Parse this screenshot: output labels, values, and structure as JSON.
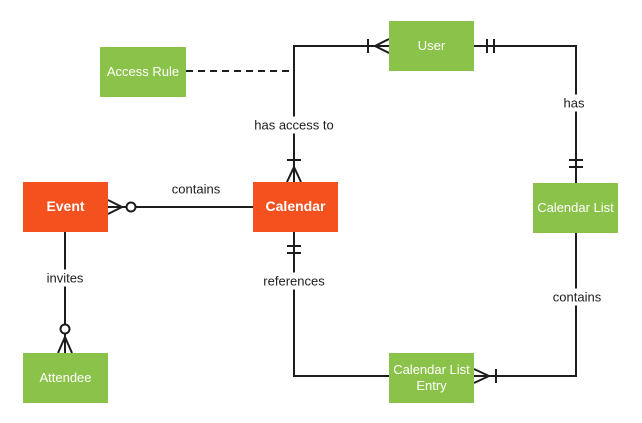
{
  "diagram": {
    "type": "entity-relationship-diagram",
    "notation": "crows-foot",
    "colors": {
      "primary_entity": "#f4511e",
      "secondary_entity": "#8bc34a",
      "entity_text": "#ffffff",
      "line": "#1d1d1d",
      "label_text": "#1d1d1d",
      "background": "#ffffff"
    },
    "entities": {
      "event": {
        "label": "Event",
        "style": "primary"
      },
      "calendar": {
        "label": "Calendar",
        "style": "primary"
      },
      "access_rule": {
        "label": "Access Rule",
        "style": "secondary"
      },
      "user": {
        "label": "User",
        "style": "secondary"
      },
      "calendar_list": {
        "label": "Calendar List",
        "style": "secondary"
      },
      "calendar_list_entry": {
        "label": "Calendar List Entry",
        "style": "secondary"
      },
      "attendee": {
        "label": "Attendee",
        "style": "secondary"
      }
    },
    "labels": {
      "contains_events": "contains",
      "invites": "invites",
      "has_access_to": "has access to",
      "has": "has",
      "contains_entries": "contains",
      "references": "references"
    },
    "relationships": [
      {
        "label": "contains",
        "between": [
          "Calendar",
          "Event"
        ],
        "cardinality": {
          "at_event": "zero or many"
        },
        "line_style": "solid"
      },
      {
        "label": "invites",
        "between": [
          "Event",
          "Attendee"
        ],
        "cardinality": {
          "at_attendee": "zero or many"
        },
        "line_style": "solid"
      },
      {
        "label": "has access to",
        "between": [
          "Calendar",
          "User"
        ],
        "cardinality": {
          "at_calendar": "one or many",
          "at_user": "one or many"
        },
        "line_style": "solid"
      },
      {
        "label": "has",
        "between": [
          "User",
          "Calendar List"
        ],
        "cardinality": {
          "at_user": "exactly one",
          "at_calendar_list": "exactly one"
        },
        "line_style": "solid"
      },
      {
        "label": "contains",
        "between": [
          "Calendar List",
          "Calendar List Entry"
        ],
        "cardinality": {
          "at_calendar_list_entry": "one or many"
        },
        "line_style": "solid"
      },
      {
        "label": "references",
        "between": [
          "Calendar List Entry",
          "Calendar"
        ],
        "cardinality": {
          "at_calendar": "exactly one"
        },
        "line_style": "solid"
      },
      {
        "label": "",
        "between": [
          "Access Rule",
          "has access to line"
        ],
        "line_style": "dashed"
      }
    ]
  }
}
